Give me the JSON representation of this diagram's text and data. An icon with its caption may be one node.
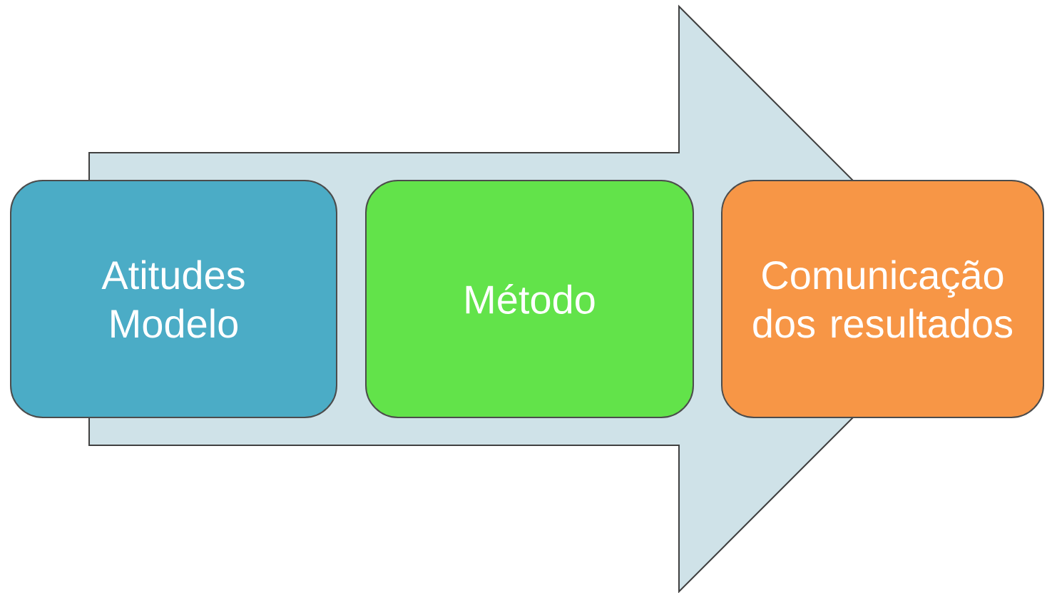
{
  "diagram": {
    "nodes": [
      {
        "text": [
          "Atitudes Modelo"
        ]
      },
      {
        "text": [
          "Método"
        ]
      },
      {
        "text": [
          "Comunicação dos resultados"
        ]
      }
    ],
    "edges": [
      {
        "from": 0,
        "to": 2,
        "arrow": "to",
        "style": "thick"
      }
    ]
  }
}
